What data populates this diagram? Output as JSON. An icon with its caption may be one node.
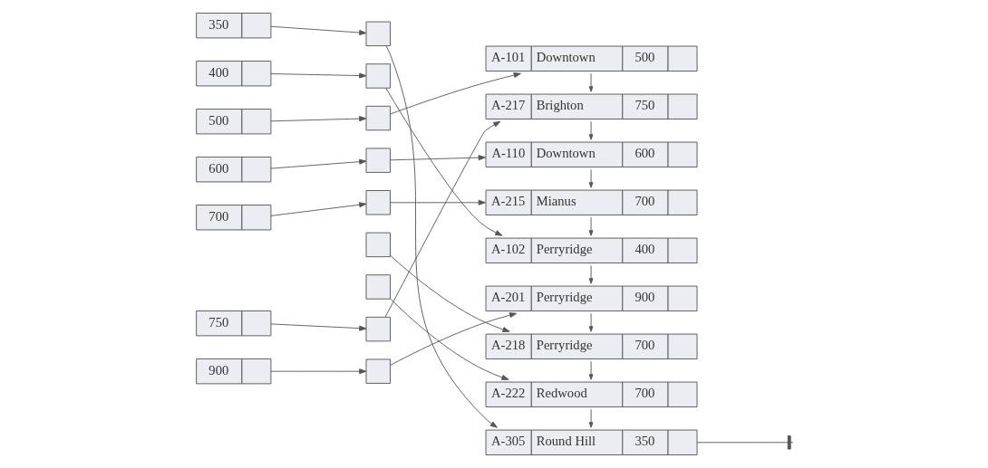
{
  "diagram": {
    "nodes": [
      {
        "text": [
          "350"
        ]
      },
      {
        "text": [
          "400"
        ]
      },
      {
        "text": [
          "500"
        ]
      },
      {
        "text": [
          "600"
        ]
      },
      {
        "text": [
          "700"
        ]
      },
      {
        "text": [
          "750"
        ]
      },
      {
        "text": [
          "900"
        ]
      },
      {
        "text": [],
        "shape": "box"
      },
      {
        "text": [],
        "shape": "box"
      },
      {
        "text": [],
        "shape": "box"
      },
      {
        "text": [],
        "shape": "box"
      },
      {
        "text": [],
        "shape": "box"
      },
      {
        "text": [],
        "shape": "box"
      },
      {
        "text": [],
        "shape": "box"
      },
      {
        "text": [],
        "shape": "box"
      },
      {
        "text": [],
        "shape": "box"
      },
      {
        "text": [
          "A-101",
          "Downtown",
          "500"
        ]
      },
      {
        "text": [
          "A-217",
          "Brighton",
          "750"
        ]
      },
      {
        "text": [
          "A-110",
          "Downtown",
          "600"
        ]
      },
      {
        "text": [
          "A-215",
          "Mianus",
          "700"
        ]
      },
      {
        "text": [
          "A-102",
          "Perryridge",
          "400"
        ]
      },
      {
        "text": [
          "A-201",
          "Perryridge",
          "900"
        ]
      },
      {
        "text": [
          "A-218",
          "Perryridge",
          "700"
        ]
      },
      {
        "text": [
          "A-222",
          "Redwood",
          "700"
        ]
      },
      {
        "text": [
          "A-305",
          "Round Hill",
          "350"
        ]
      }
    ],
    "edges": [
      {
        "from": 0,
        "to": 7,
        "arrow": "to"
      },
      {
        "from": 1,
        "to": 8,
        "arrow": "to"
      },
      {
        "from": 2,
        "to": 9,
        "arrow": "to"
      },
      {
        "from": 3,
        "to": 10,
        "arrow": "to"
      },
      {
        "from": 4,
        "to": 11,
        "arrow": "to"
      },
      {
        "from": 5,
        "to": 14,
        "arrow": "to"
      },
      {
        "from": 6,
        "to": 15,
        "arrow": "to"
      },
      {
        "from": 7,
        "to": 24,
        "arrow": "to"
      },
      {
        "from": 8,
        "to": 20,
        "arrow": "to"
      },
      {
        "from": 9,
        "to": 16,
        "arrow": "to"
      },
      {
        "from": 10,
        "to": 18,
        "arrow": "to"
      },
      {
        "from": 11,
        "to": 19,
        "arrow": "to"
      },
      {
        "from": 12,
        "to": 22,
        "arrow": "to"
      },
      {
        "from": 13,
        "to": 23,
        "arrow": "to"
      },
      {
        "from": 14,
        "to": 17,
        "arrow": "to"
      },
      {
        "from": 15,
        "to": 21,
        "arrow": "to"
      },
      {
        "from": 16,
        "to": 17,
        "arrow": "to"
      },
      {
        "from": 17,
        "to": 18,
        "arrow": "to"
      },
      {
        "from": 18,
        "to": 19,
        "arrow": "to"
      },
      {
        "from": 19,
        "to": 20,
        "arrow": "to"
      },
      {
        "from": 20,
        "to": 21,
        "arrow": "to"
      },
      {
        "from": 21,
        "to": 22,
        "arrow": "to"
      },
      {
        "from": 22,
        "to": 23,
        "arrow": "to"
      },
      {
        "from": 23,
        "to": 24,
        "arrow": "to"
      },
      {
        "from": 24,
        "to": null,
        "arrow": "other"
      }
    ]
  }
}
